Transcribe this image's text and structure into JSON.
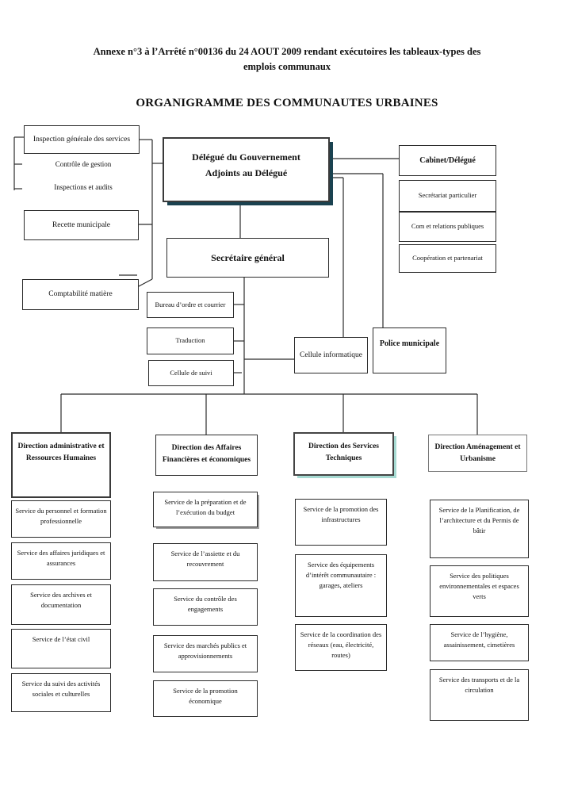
{
  "header": {
    "annexe_line": "Annexe n°3 à l’Arrêté n°00136 du 24 AOUT 2009 rendant exécutoires les tableaux-types des emplois communaux",
    "title": "ORGANIGRAMME DES COMMUNAUTES URBAINES"
  },
  "boxes": {
    "inspection_generale": "Inspection générale des services",
    "controle_gestion": "Contrôle de gestion",
    "inspections_audits": "Inspections et audits",
    "recette_municipale": "Recette municipale",
    "comptabilite_matiere": "Comptabilité matière",
    "delegue_line1": "Délégué du Gouvernement",
    "delegue_line2": "Adjoints au Délégué",
    "cabinet": "Cabinet/Délégué",
    "secretariat_particulier": "Secrétariat particulier",
    "com_relations": "Com et relations publiques",
    "cooperation": "Coopération et partenariat",
    "secretaire_general": "Secrétaire général",
    "bureau_ordre": "Bureau d’ordre et courrier",
    "traduction": "Traduction",
    "cellule_suivi": "Cellule de suivi",
    "cellule_informatique": "Cellule informatique",
    "police_municipale": "Police municipale"
  },
  "directions": [
    {
      "title": "Direction administrative et Ressources Humaines",
      "services": [
        "Service du personnel et formation professionnelle",
        "Service des affaires juridiques et assurances",
        "Service des archives et documentation",
        "Service de l’état civil",
        "Service du suivi des activités sociales et culturelles"
      ]
    },
    {
      "title": "Direction des Affaires Financières et économiques",
      "services": [
        "Service de la préparation et de l’exécution du budget",
        "Service de l’assiette et du recouvrement",
        "Service du contrôle des engagements",
        "Service des marchés publics et approvisionnements",
        "Service de la promotion économique"
      ]
    },
    {
      "title": "Direction des Services Techniques",
      "services": [
        "Service de la promotion des infrastructures",
        "Service des équipements d’intérêt communautaire : garages, ateliers",
        "Service de la coordination des réseaux (eau, électricité, routes)"
      ]
    },
    {
      "title": "Direction Aménagement et Urbanisme",
      "services": [
        "Service de la Planification, de l’architecture et du Permis de bâtir",
        "Service des politiques environnementales et espaces verts",
        "Service de l’hygiène, assainissement, cimetières",
        "Service des transports et de la circulation"
      ]
    }
  ],
  "colors": {
    "box_border": "#2b2b2b",
    "shadow_dark_teal": "#1a4250",
    "shadow_light_teal": "#a6dad2",
    "shadow_gray": "#9f9f9f"
  }
}
